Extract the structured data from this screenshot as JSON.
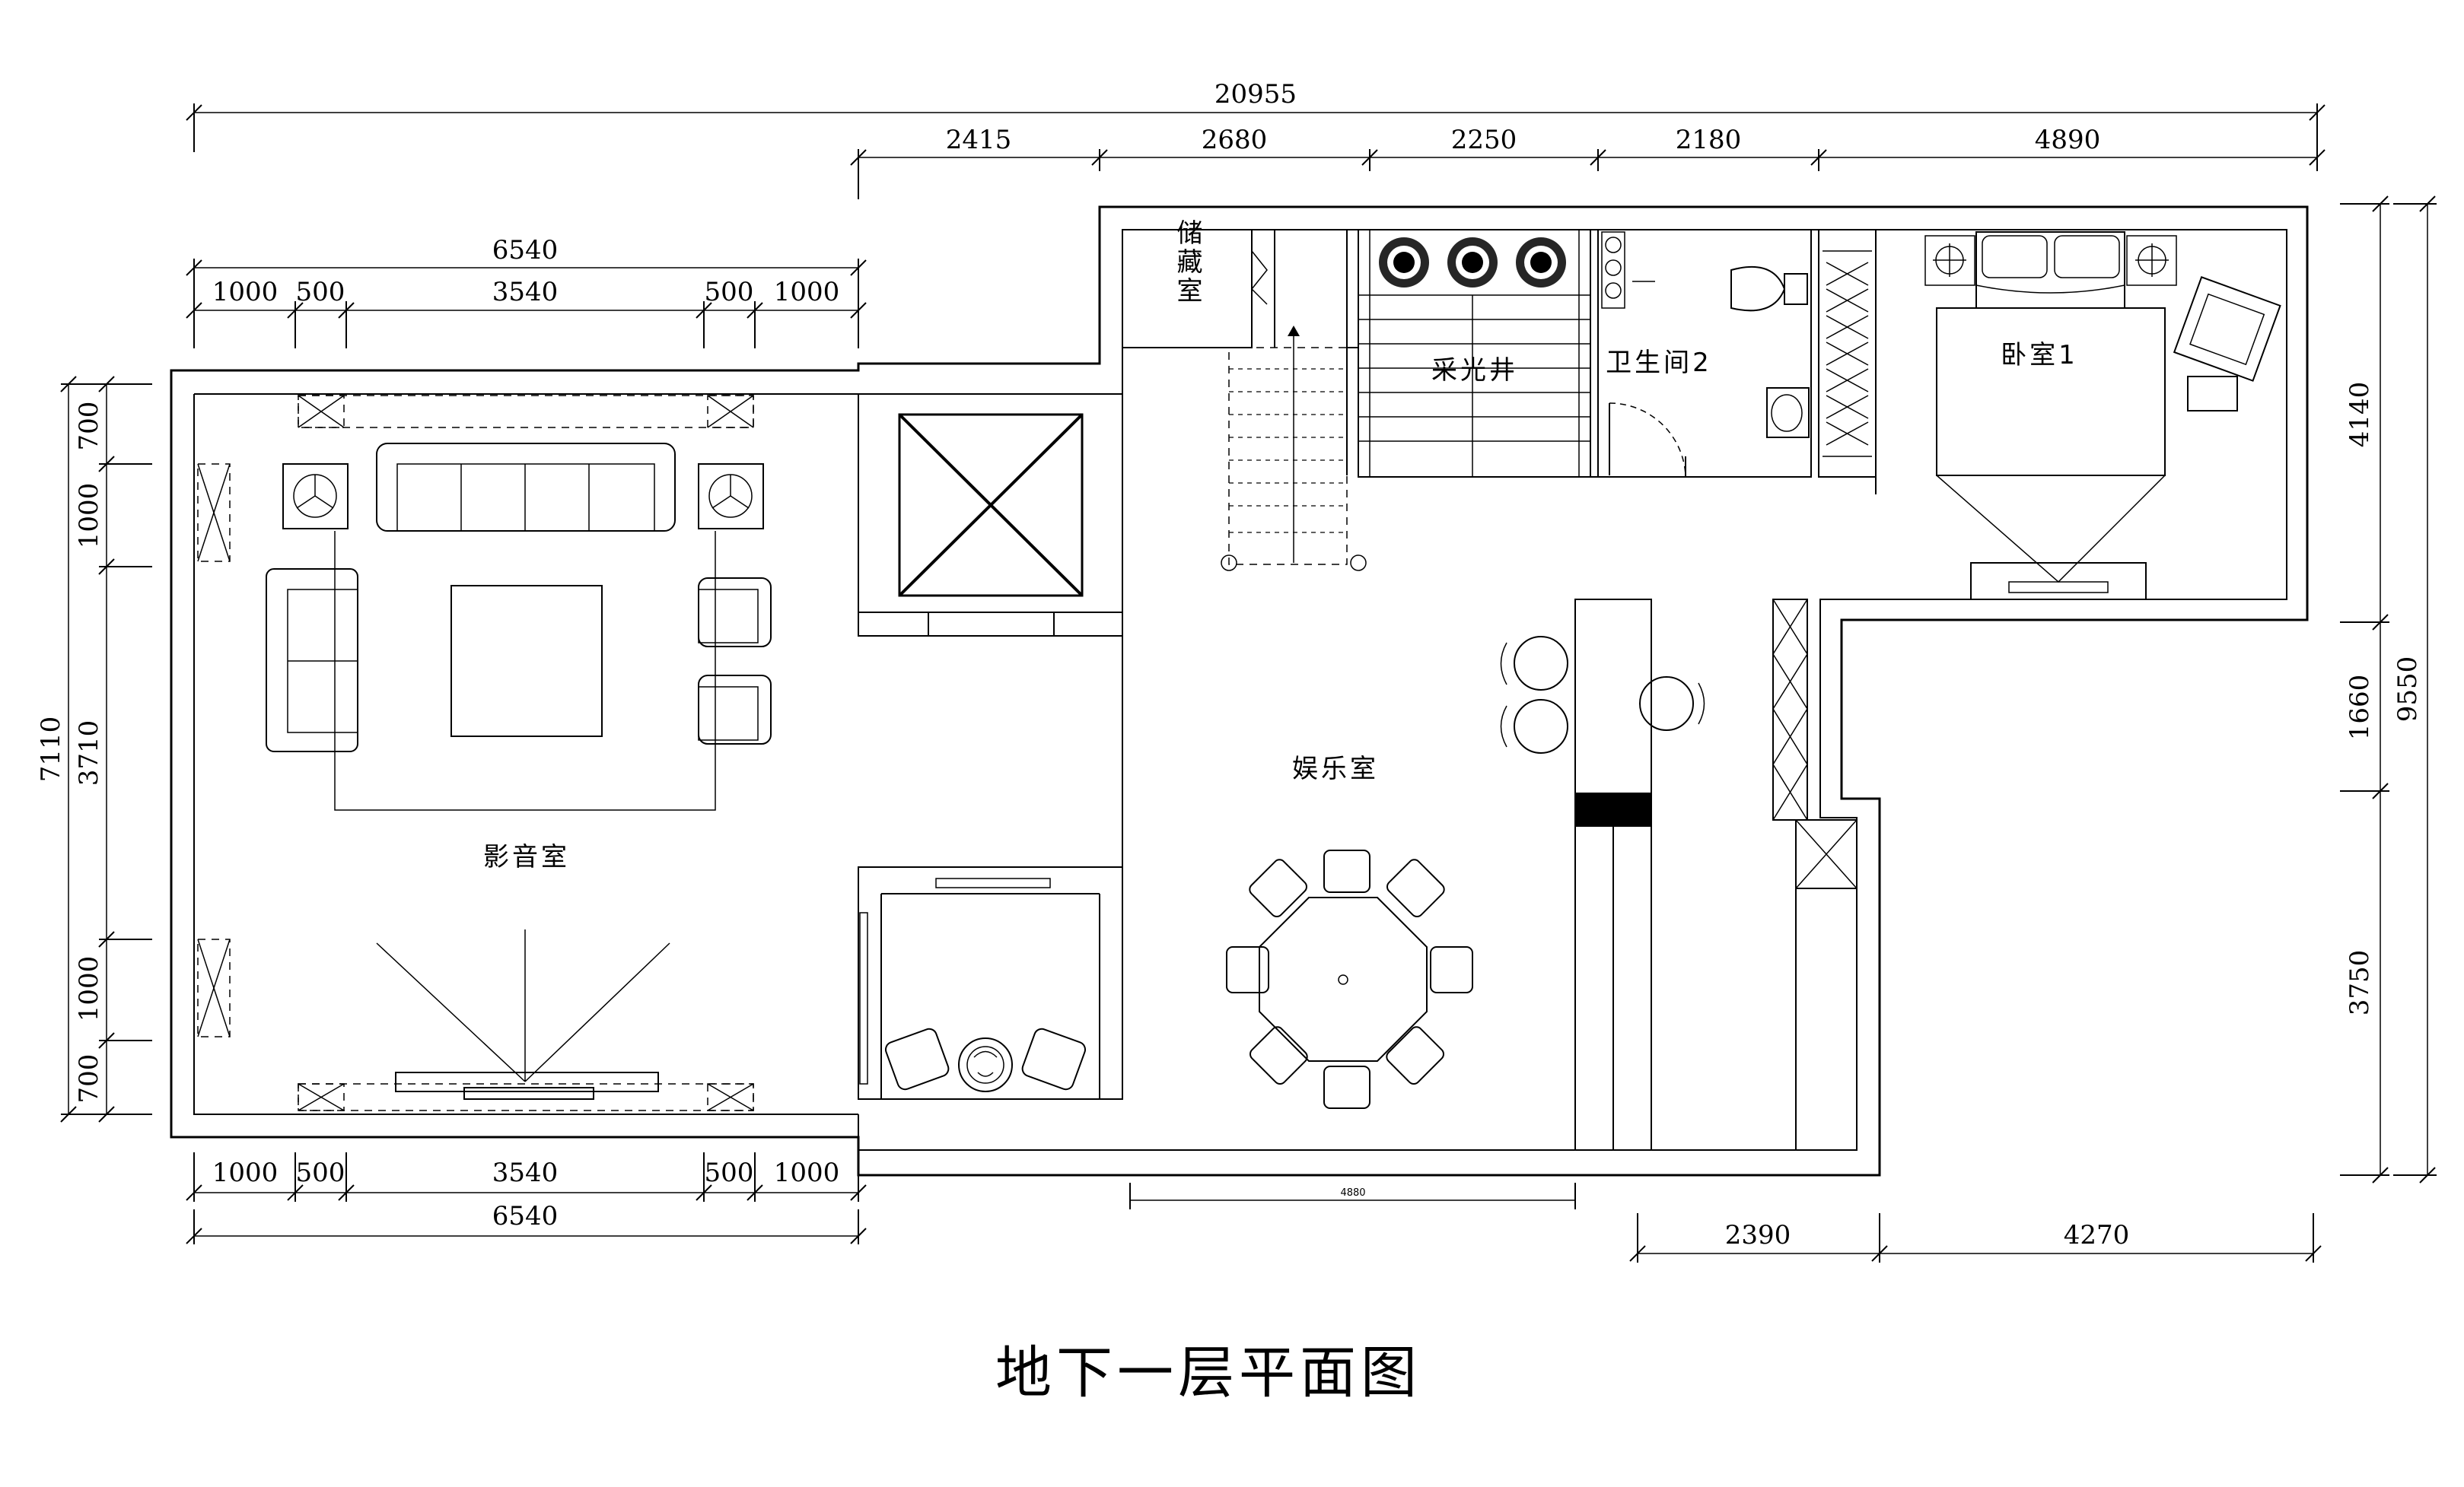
{
  "drawing": {
    "title": "地下一层平面图"
  },
  "rooms": {
    "storage": "储藏室",
    "lightwell": "采光井",
    "bathroom2": "卫生间2",
    "bedroom1": "卧室1",
    "entertainment": "娱乐室",
    "theater": "影音室"
  },
  "dimensions": {
    "top_total": "20955",
    "top_segments": [
      "2415",
      "2680",
      "2250",
      "2180",
      "4890"
    ],
    "theater_top_total": "6540",
    "theater_top_segments": [
      "1000",
      "500",
      "3540",
      "500",
      "1000"
    ],
    "theater_bottom_segments": [
      "1000",
      "500",
      "3540",
      "500",
      "1000"
    ],
    "theater_bottom_total": "6540",
    "left_total": "7110",
    "left_segments": [
      "700",
      "1000",
      "3710",
      "1000",
      "700"
    ],
    "right_total": "9550",
    "right_segments": [
      "4140",
      "1660",
      "3750"
    ],
    "bottom_right_segments": [
      "2390",
      "4270"
    ],
    "small_note": "4880"
  }
}
